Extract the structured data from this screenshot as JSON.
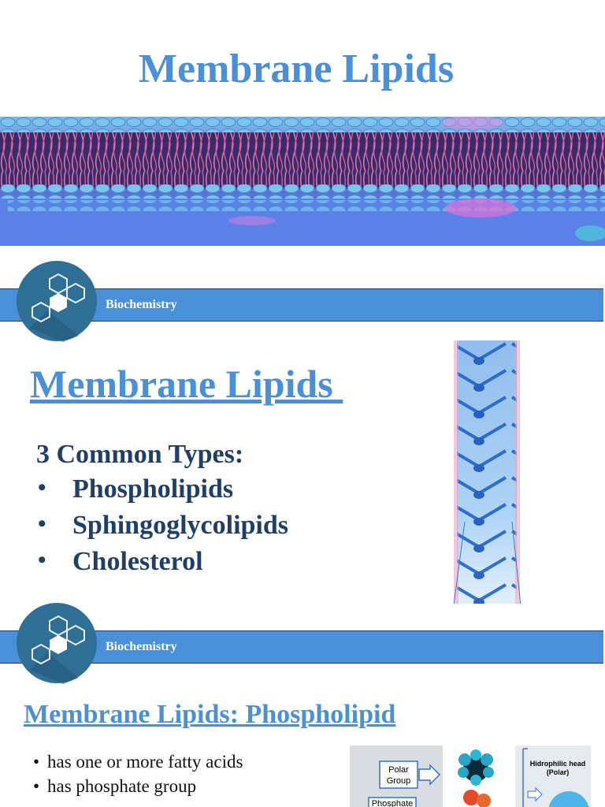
{
  "slide1": {
    "title": "Membrane Lipids"
  },
  "slide2": {
    "banner": "Biochemistry",
    "title": "Membrane Lipids ",
    "types_heading": "3 Common Types:",
    "types": [
      "Phospholipids",
      "Sphingoglycolipids",
      "Cholesterol"
    ],
    "bullet_glyph": "•"
  },
  "slide3": {
    "banner": "Biochemistry",
    "title": "Membrane Lipids: Phospholipid",
    "bullets": [
      "has one or more fatty acids",
      "has phosphate group"
    ],
    "bullet_glyph": "•",
    "diagram": {
      "polar_group_line1": "Polar",
      "polar_group_line2": "Group",
      "phosphate": "Phosphate",
      "hydrophilic_line1": "Hidrophilic head",
      "hydrophilic_line2": "(Polar)"
    }
  },
  "colors": {
    "accent": "#4a90d9",
    "navy": "#1f3f66",
    "logo_circle": "#2f6f96"
  }
}
